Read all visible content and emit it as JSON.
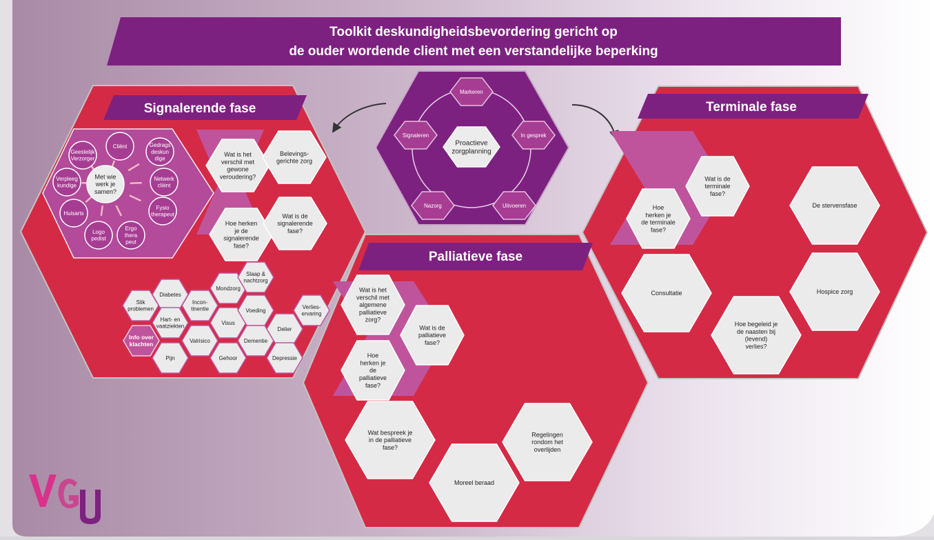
{
  "title": {
    "line1": "Toolkit deskundigheidsbevordering gericht op",
    "line2": "de ouder wordende client met een verstandelijke beperking"
  },
  "colors": {
    "red": "#d52a46",
    "purple": "#7d2180",
    "pink": "#c0549c",
    "magenta": "#a63d93",
    "light_grey": "#ebebeb"
  },
  "center_cycle": {
    "center": [
      "Proactieve",
      "zorgplanning"
    ],
    "steps": [
      {
        "id": "markeren",
        "label": [
          "Markeren"
        ]
      },
      {
        "id": "in-gesprek",
        "label": [
          "In gesprek"
        ]
      },
      {
        "id": "uitvoeren",
        "label": [
          "Uitvoeren"
        ]
      },
      {
        "id": "nazorg",
        "label": [
          "Nazorg"
        ]
      },
      {
        "id": "signaleren",
        "label": [
          "Signaleren"
        ]
      }
    ]
  },
  "signalerende": {
    "title": "Signalerende fase",
    "network_center": [
      "Met wie",
      "werk je",
      "samen?"
    ],
    "network": [
      {
        "id": "client",
        "label": [
          "Cliënt"
        ]
      },
      {
        "id": "gedragsdeskundige",
        "label": [
          "Gedrags",
          "deskun",
          "dige"
        ]
      },
      {
        "id": "netwerk-client",
        "label": [
          "Netwerk",
          "cliënt"
        ]
      },
      {
        "id": "fysiotherapeut",
        "label": [
          "Fysio",
          "therapeut"
        ]
      },
      {
        "id": "ergotherapeut",
        "label": [
          "Ergo",
          "thera",
          "peut"
        ]
      },
      {
        "id": "logopedist",
        "label": [
          "Logo",
          "pedist"
        ]
      },
      {
        "id": "huisarts",
        "label": [
          "Huisarts"
        ]
      },
      {
        "id": "verpleegkundige",
        "label": [
          "Verpleeg",
          "kundige"
        ]
      },
      {
        "id": "geestelijk-verzorger",
        "label": [
          "Geestelijk",
          "Verzorger"
        ]
      }
    ],
    "topics": [
      {
        "id": "verschil-veroudering",
        "label": [
          "Wat is het",
          "verschil met",
          "gewone",
          "veroudering?"
        ]
      },
      {
        "id": "belevingsgerichte-zorg",
        "label": [
          "Belevings-",
          "gerichte zorg"
        ]
      },
      {
        "id": "herken-signalerende",
        "label": [
          "Hoe herken",
          "je de",
          "signalerende",
          "fase?"
        ]
      },
      {
        "id": "wat-is-signalerende",
        "label": [
          "Wat is de",
          "signalerende",
          "fase?"
        ]
      }
    ],
    "complaints_title": [
      "Info over",
      "klachten"
    ],
    "complaints": [
      {
        "id": "slikproblemen",
        "label": [
          "Slik",
          "problemen"
        ]
      },
      {
        "id": "diabetes",
        "label": [
          "Diabetes"
        ]
      },
      {
        "id": "hart-vaatziekten",
        "label": [
          "Hart- en",
          "vaatziekten"
        ]
      },
      {
        "id": "pijn",
        "label": [
          "Pijn"
        ]
      },
      {
        "id": "incontinentie",
        "label": [
          "Incon-",
          "tinentie"
        ]
      },
      {
        "id": "valrisico",
        "label": [
          "Valrisico"
        ]
      },
      {
        "id": "mondzorg",
        "label": [
          "Mondzorg"
        ]
      },
      {
        "id": "visus",
        "label": [
          "Visus"
        ]
      },
      {
        "id": "gehoor",
        "label": [
          "Gehoor"
        ]
      },
      {
        "id": "slaap",
        "label": [
          "Slaap &",
          "nachtzorg"
        ]
      },
      {
        "id": "voeding",
        "label": [
          "Voeding"
        ]
      },
      {
        "id": "dementie",
        "label": [
          "Dementie"
        ]
      },
      {
        "id": "delier",
        "label": [
          "Delier"
        ]
      },
      {
        "id": "depressie",
        "label": [
          "Depressie"
        ]
      },
      {
        "id": "verlieservaring",
        "label": [
          "Verlies-",
          "ervaring"
        ]
      }
    ]
  },
  "palliatieve": {
    "title": "Palliatieve fase",
    "topics": [
      {
        "id": "verschil-palliatief",
        "label": [
          "Wat is het",
          "verschil met",
          "algemene",
          "palliatieve",
          "zorg?"
        ]
      },
      {
        "id": "wat-is-palliatief",
        "label": [
          "Wat is de",
          "palliatieve",
          "fase?"
        ]
      },
      {
        "id": "herken-palliatief",
        "label": [
          "Hoe",
          "herken je",
          "de",
          "palliatieve",
          "fase?"
        ]
      }
    ],
    "cards": [
      {
        "id": "bespreek",
        "label": [
          "Wat bespreek je",
          "in de palliatieve",
          "fase?"
        ]
      },
      {
        "id": "regelingen",
        "label": [
          "Regelingen",
          "rondom het",
          "overlijden"
        ]
      },
      {
        "id": "moreel-beraad",
        "label": [
          "Moreel beraad"
        ]
      }
    ]
  },
  "terminale": {
    "title": "Terminale fase",
    "topics": [
      {
        "id": "wat-is-terminaal",
        "label": [
          "Wat is de",
          "terminale",
          "fase?"
        ]
      },
      {
        "id": "herken-terminaal",
        "label": [
          "Hoe",
          "herken je",
          "de terminale",
          "fase?"
        ]
      }
    ],
    "cards": [
      {
        "id": "stervensfase",
        "label": [
          "De stervensfase"
        ]
      },
      {
        "id": "consultatie",
        "label": [
          "Consultatie"
        ]
      },
      {
        "id": "hospice",
        "label": [
          "Hospice zorg"
        ]
      },
      {
        "id": "naasten",
        "label": [
          "Hoe begeleid je",
          "de naasten bij",
          "(levend)",
          "verlies?"
        ]
      }
    ]
  },
  "logo": {
    "letters": [
      "V",
      "G",
      "U"
    ]
  }
}
